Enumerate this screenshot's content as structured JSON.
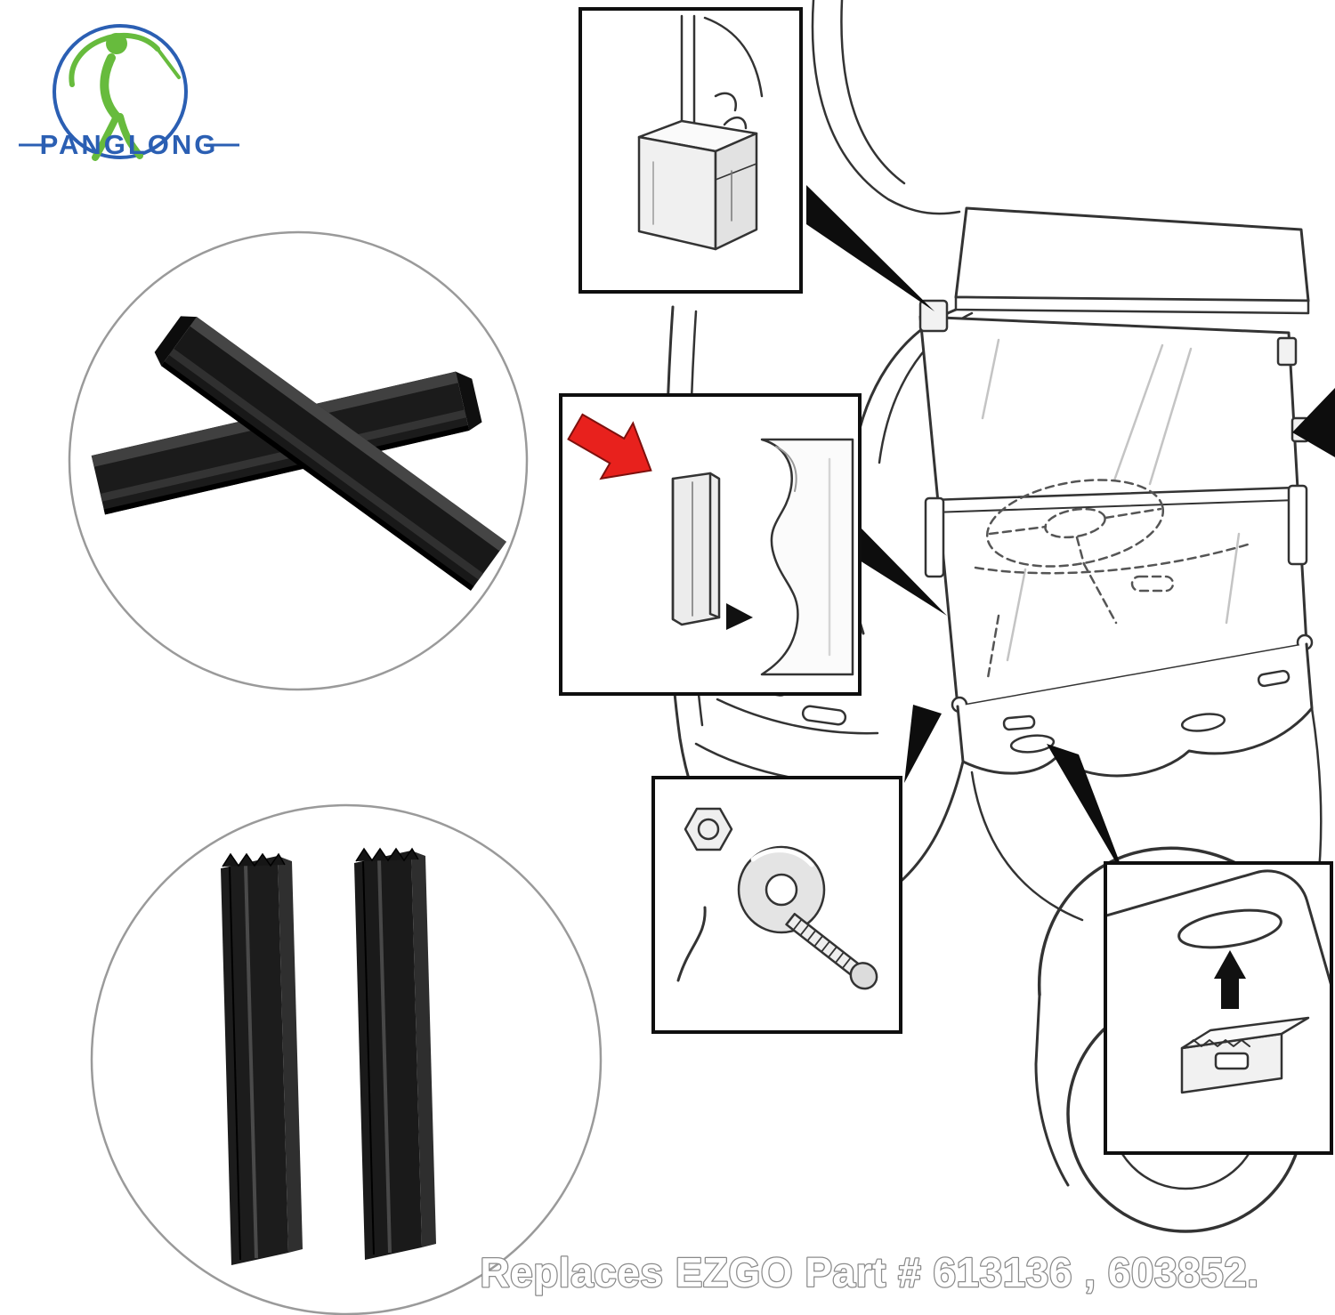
{
  "logo": {
    "brand": "PANGLONG",
    "ring_color": "#2b5fb3",
    "golfer_color": "#67bb3d",
    "text_color": "#2b5fb3"
  },
  "caption": {
    "text": "Replaces EZGO Part # 613136 , 603852.",
    "fill": "#ffffff",
    "outline": "#8a8a8a"
  },
  "palette": {
    "line": "#333333",
    "clip_black": "#1b1b1b",
    "red": "#e8211d",
    "inset_border": "#0f0f0f",
    "circle_ring": "#9a9a9a"
  },
  "figures": {
    "photo_top": "crossed-clip-channels-photo",
    "photo_bottom": "vertical-clip-channels-photo",
    "inset_corner": "clip-on-windshield-corner-diagram",
    "inset_attach": "clip-slides-onto-windshield-edge-diagram",
    "inset_bolt": "bolt-washer-nut-assembly-diagram",
    "inset_slot": "clip-into-body-slot-diagram",
    "cart": "golf-cart-windshield-line-drawing"
  }
}
